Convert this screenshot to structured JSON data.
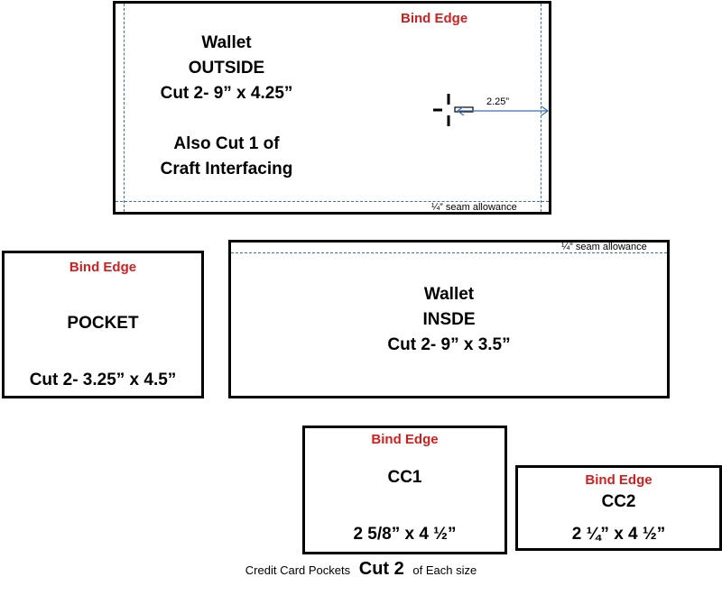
{
  "outside": {
    "bind_edge": "Bind Edge",
    "title": "Wallet",
    "subtitle": "OUTSIDE",
    "cut": "Cut 2- 9” x 4.25”",
    "also_line1": "Also Cut 1 of",
    "also_line2": "Craft Interfacing",
    "dimension_label": "2.25”",
    "seam_label": "¼” seam allowance"
  },
  "pocket": {
    "bind_edge": "Bind Edge",
    "title": "POCKET",
    "cut": "Cut 2- 3.25” x 4.5”"
  },
  "inside": {
    "seam_label": "¼” seam allowance",
    "title": "Wallet",
    "subtitle": "INSDE",
    "cut": "Cut 2- 9” x 3.5”"
  },
  "cc1": {
    "bind_edge": "Bind Edge",
    "title": "CC1",
    "size": "2 5/8” x 4 ½”"
  },
  "cc2": {
    "bind_edge": "Bind Edge",
    "title": "CC2",
    "size": "2 ¼” x 4 ½”"
  },
  "footer": {
    "prefix": "Credit Card Pockets",
    "emphasis": "Cut 2",
    "suffix": "of Each size"
  },
  "colors": {
    "bind_edge": "#d11f1f",
    "seam_line": "#3a6fb0",
    "outline": "#000000"
  }
}
